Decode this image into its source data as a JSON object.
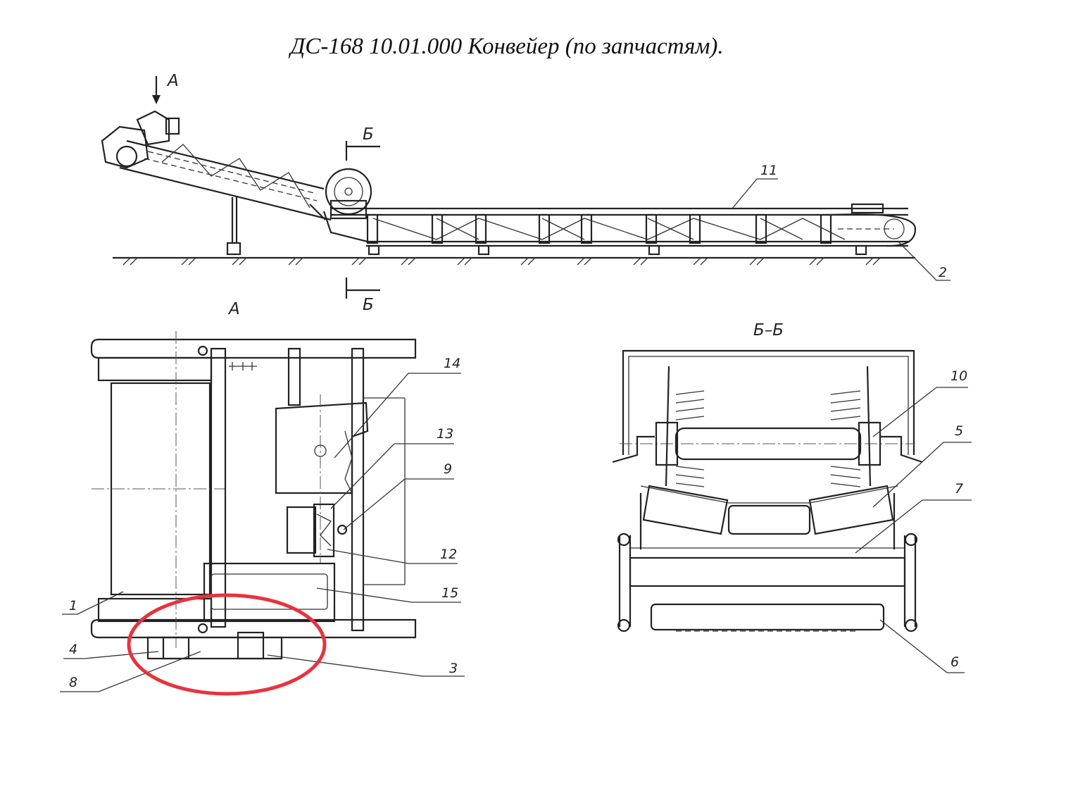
{
  "title": "ДС-168 10.01.000 Конвейер (по запчастям).",
  "views": {
    "side": {
      "label_a": "А",
      "label_b_top": "Б",
      "label_b_bottom": "Б"
    },
    "detail_a": {
      "label": "А"
    },
    "section_bb": {
      "label": "Б–Б"
    }
  },
  "callouts": [
    "1",
    "2",
    "3",
    "4",
    "5",
    "6",
    "7",
    "8",
    "9",
    "10",
    "11",
    "12",
    "13",
    "14",
    "15"
  ],
  "highlight": {
    "shape": "ellipse",
    "color": "#e8323f"
  }
}
